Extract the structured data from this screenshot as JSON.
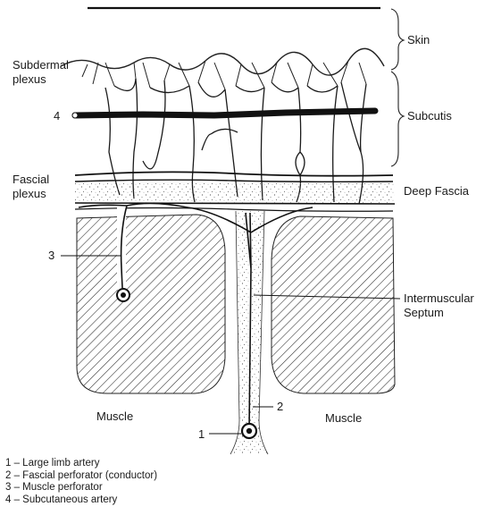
{
  "labels": {
    "skin": "Skin",
    "subdermal_plexus_1": "Subdermal",
    "subdermal_plexus_2": "plexus",
    "subcutis": "Subcutis",
    "fascial_plexus_1": "Fascial",
    "fascial_plexus_2": "plexus",
    "deep_fascia": "Deep Fascia",
    "intermuscular_1": "Intermuscular",
    "intermuscular_2": "Septum",
    "muscle_left": "Muscle",
    "muscle_right": "Muscle"
  },
  "callouts": {
    "one": "1",
    "two": "2",
    "three": "3",
    "four": "4"
  },
  "legend": [
    "1 – Large limb artery",
    "2 – Fascial perforator (conductor)",
    "3 – Muscle perforator",
    "4 – Subcutaneous artery"
  ]
}
